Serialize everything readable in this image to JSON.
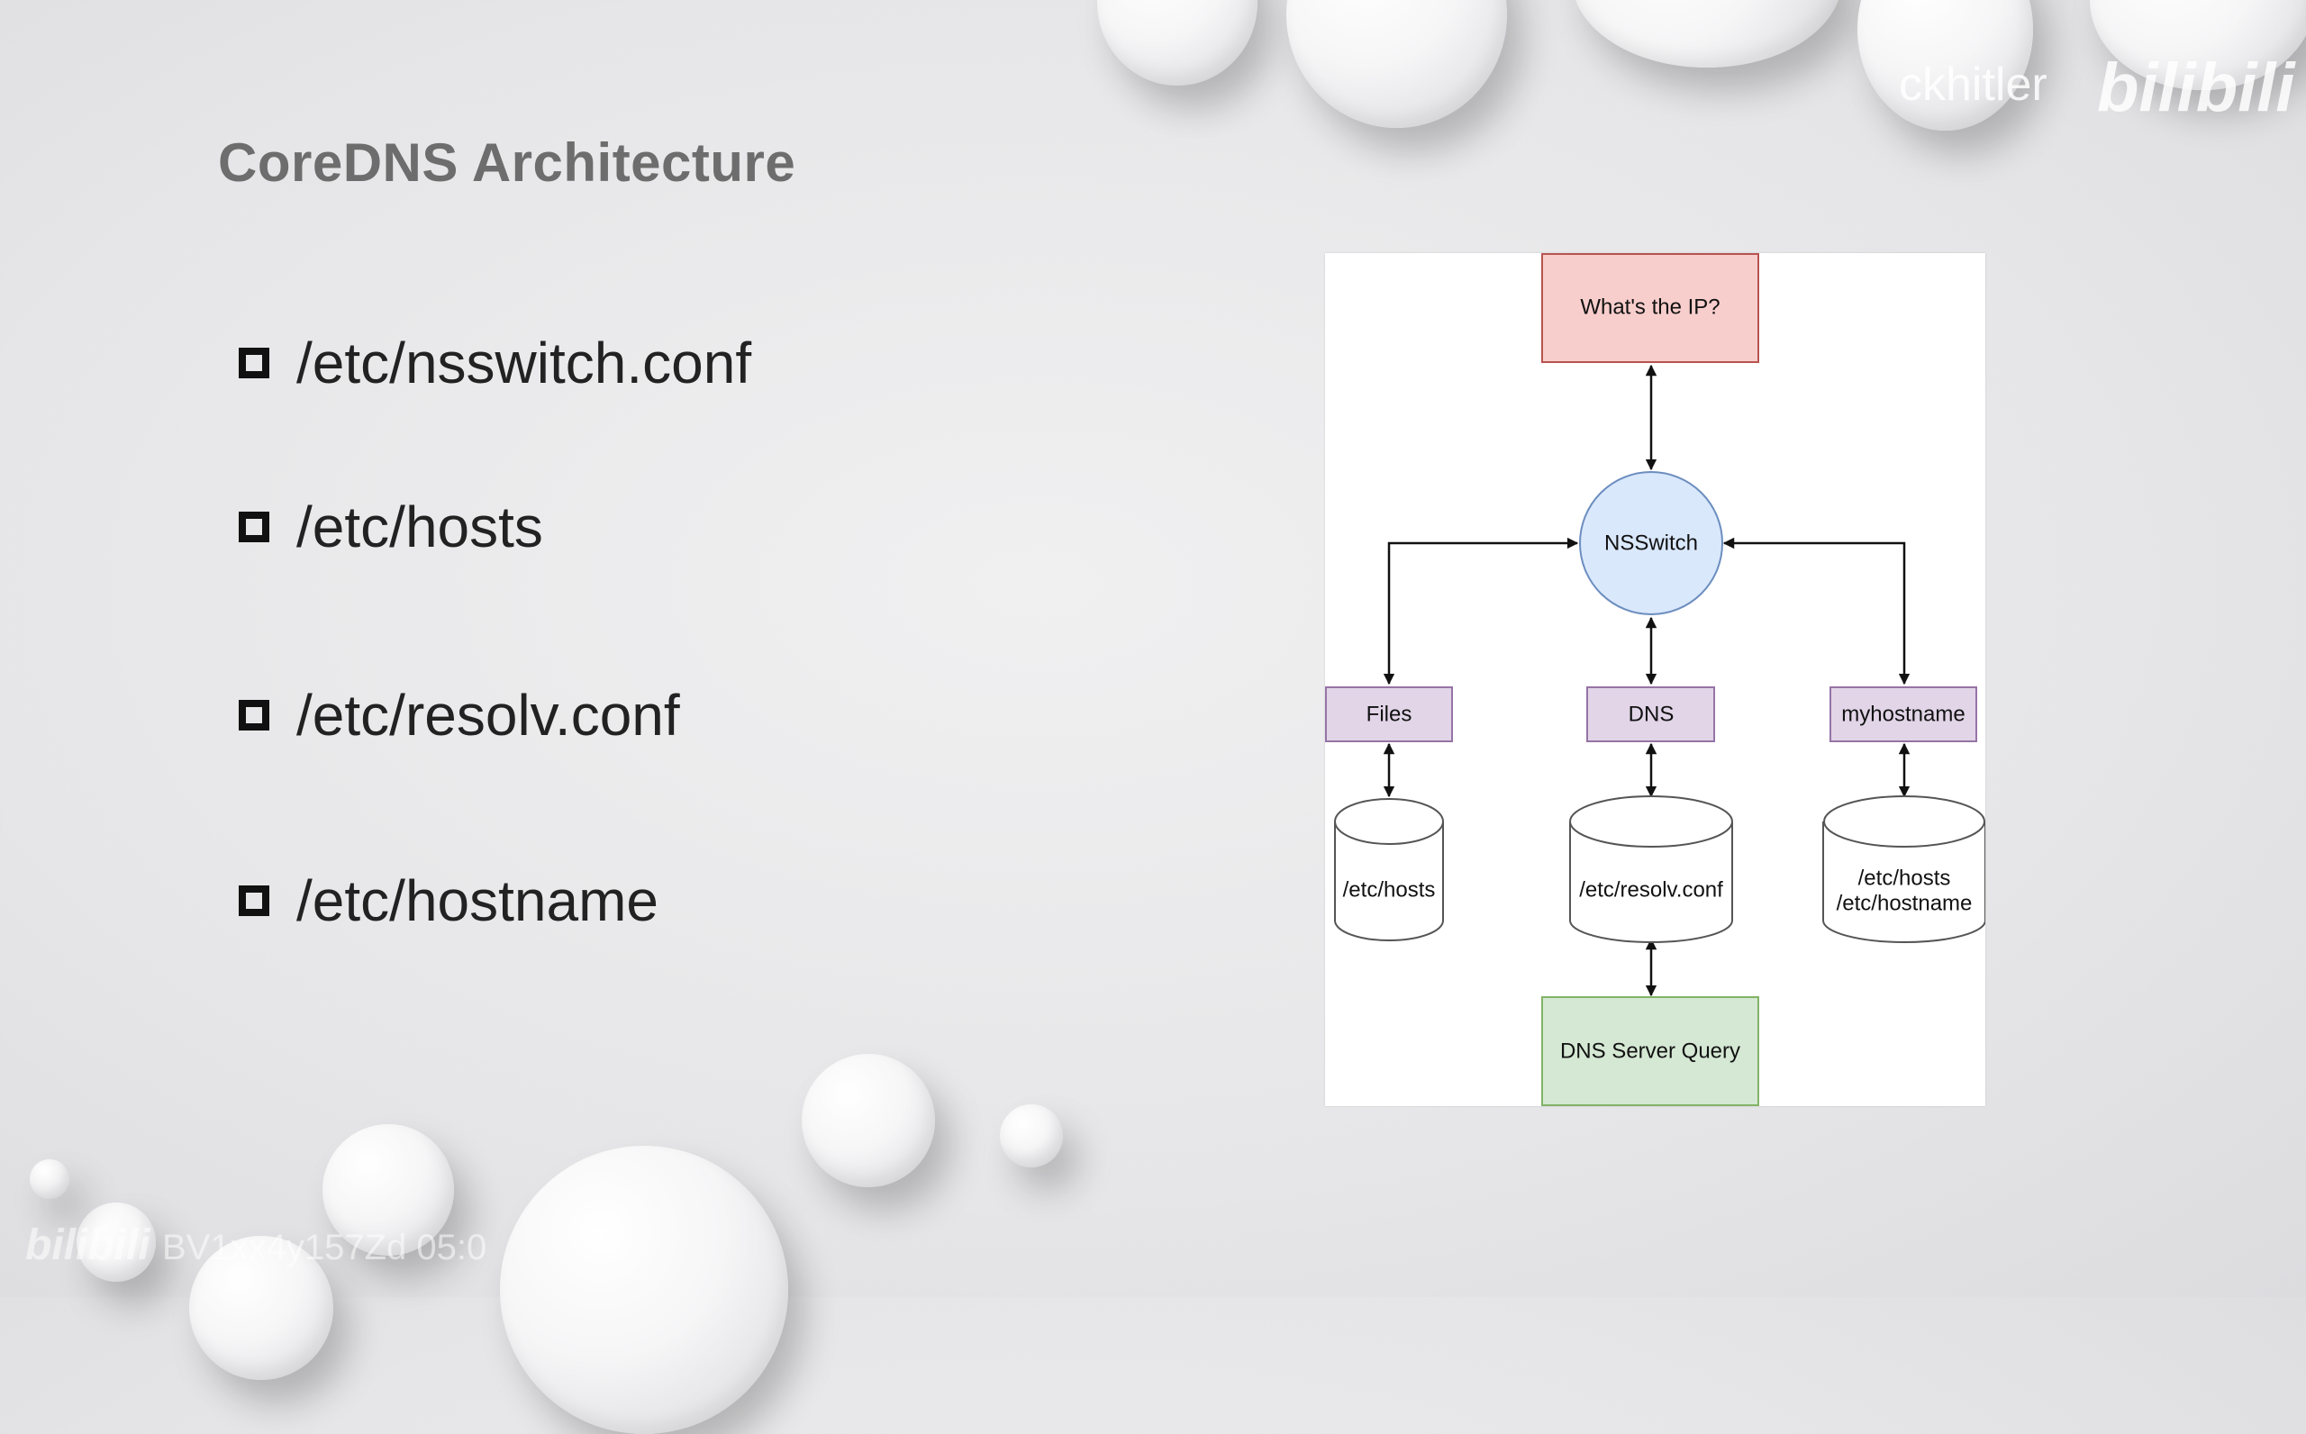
{
  "slide": {
    "title": "CoreDNS Architecture",
    "items": [
      {
        "label": "/etc/nsswitch.conf"
      },
      {
        "label": "/etc/hosts"
      },
      {
        "label": "/etc/resolv.conf"
      },
      {
        "label": "/etc/hostname"
      }
    ]
  },
  "diagram": {
    "nodes": {
      "question": "What's the IP?",
      "nsswitch": "NSSwitch",
      "files": "Files",
      "dns": "DNS",
      "myhostname": "myhostname",
      "hosts_db": "/etc/hosts",
      "resolv_db": "/etc/resolv.conf",
      "hostname_db_line1": "/etc/hosts",
      "hostname_db_line2": "/etc/hostname",
      "server_query": "DNS Server Query"
    },
    "colors": {
      "question_fill": "#f8cecc",
      "question_stroke": "#b85450",
      "nsswitch_fill": "#dae8fc",
      "nsswitch_stroke": "#6c8ebf",
      "module_fill": "#e1d5e7",
      "module_stroke": "#9673a6",
      "query_fill": "#d5e8d4",
      "query_stroke": "#82b366"
    }
  },
  "watermark": {
    "brand": "bilibili",
    "uploader": "ckhitler",
    "video_id": "BV1xx4y157Zd 05:0"
  }
}
